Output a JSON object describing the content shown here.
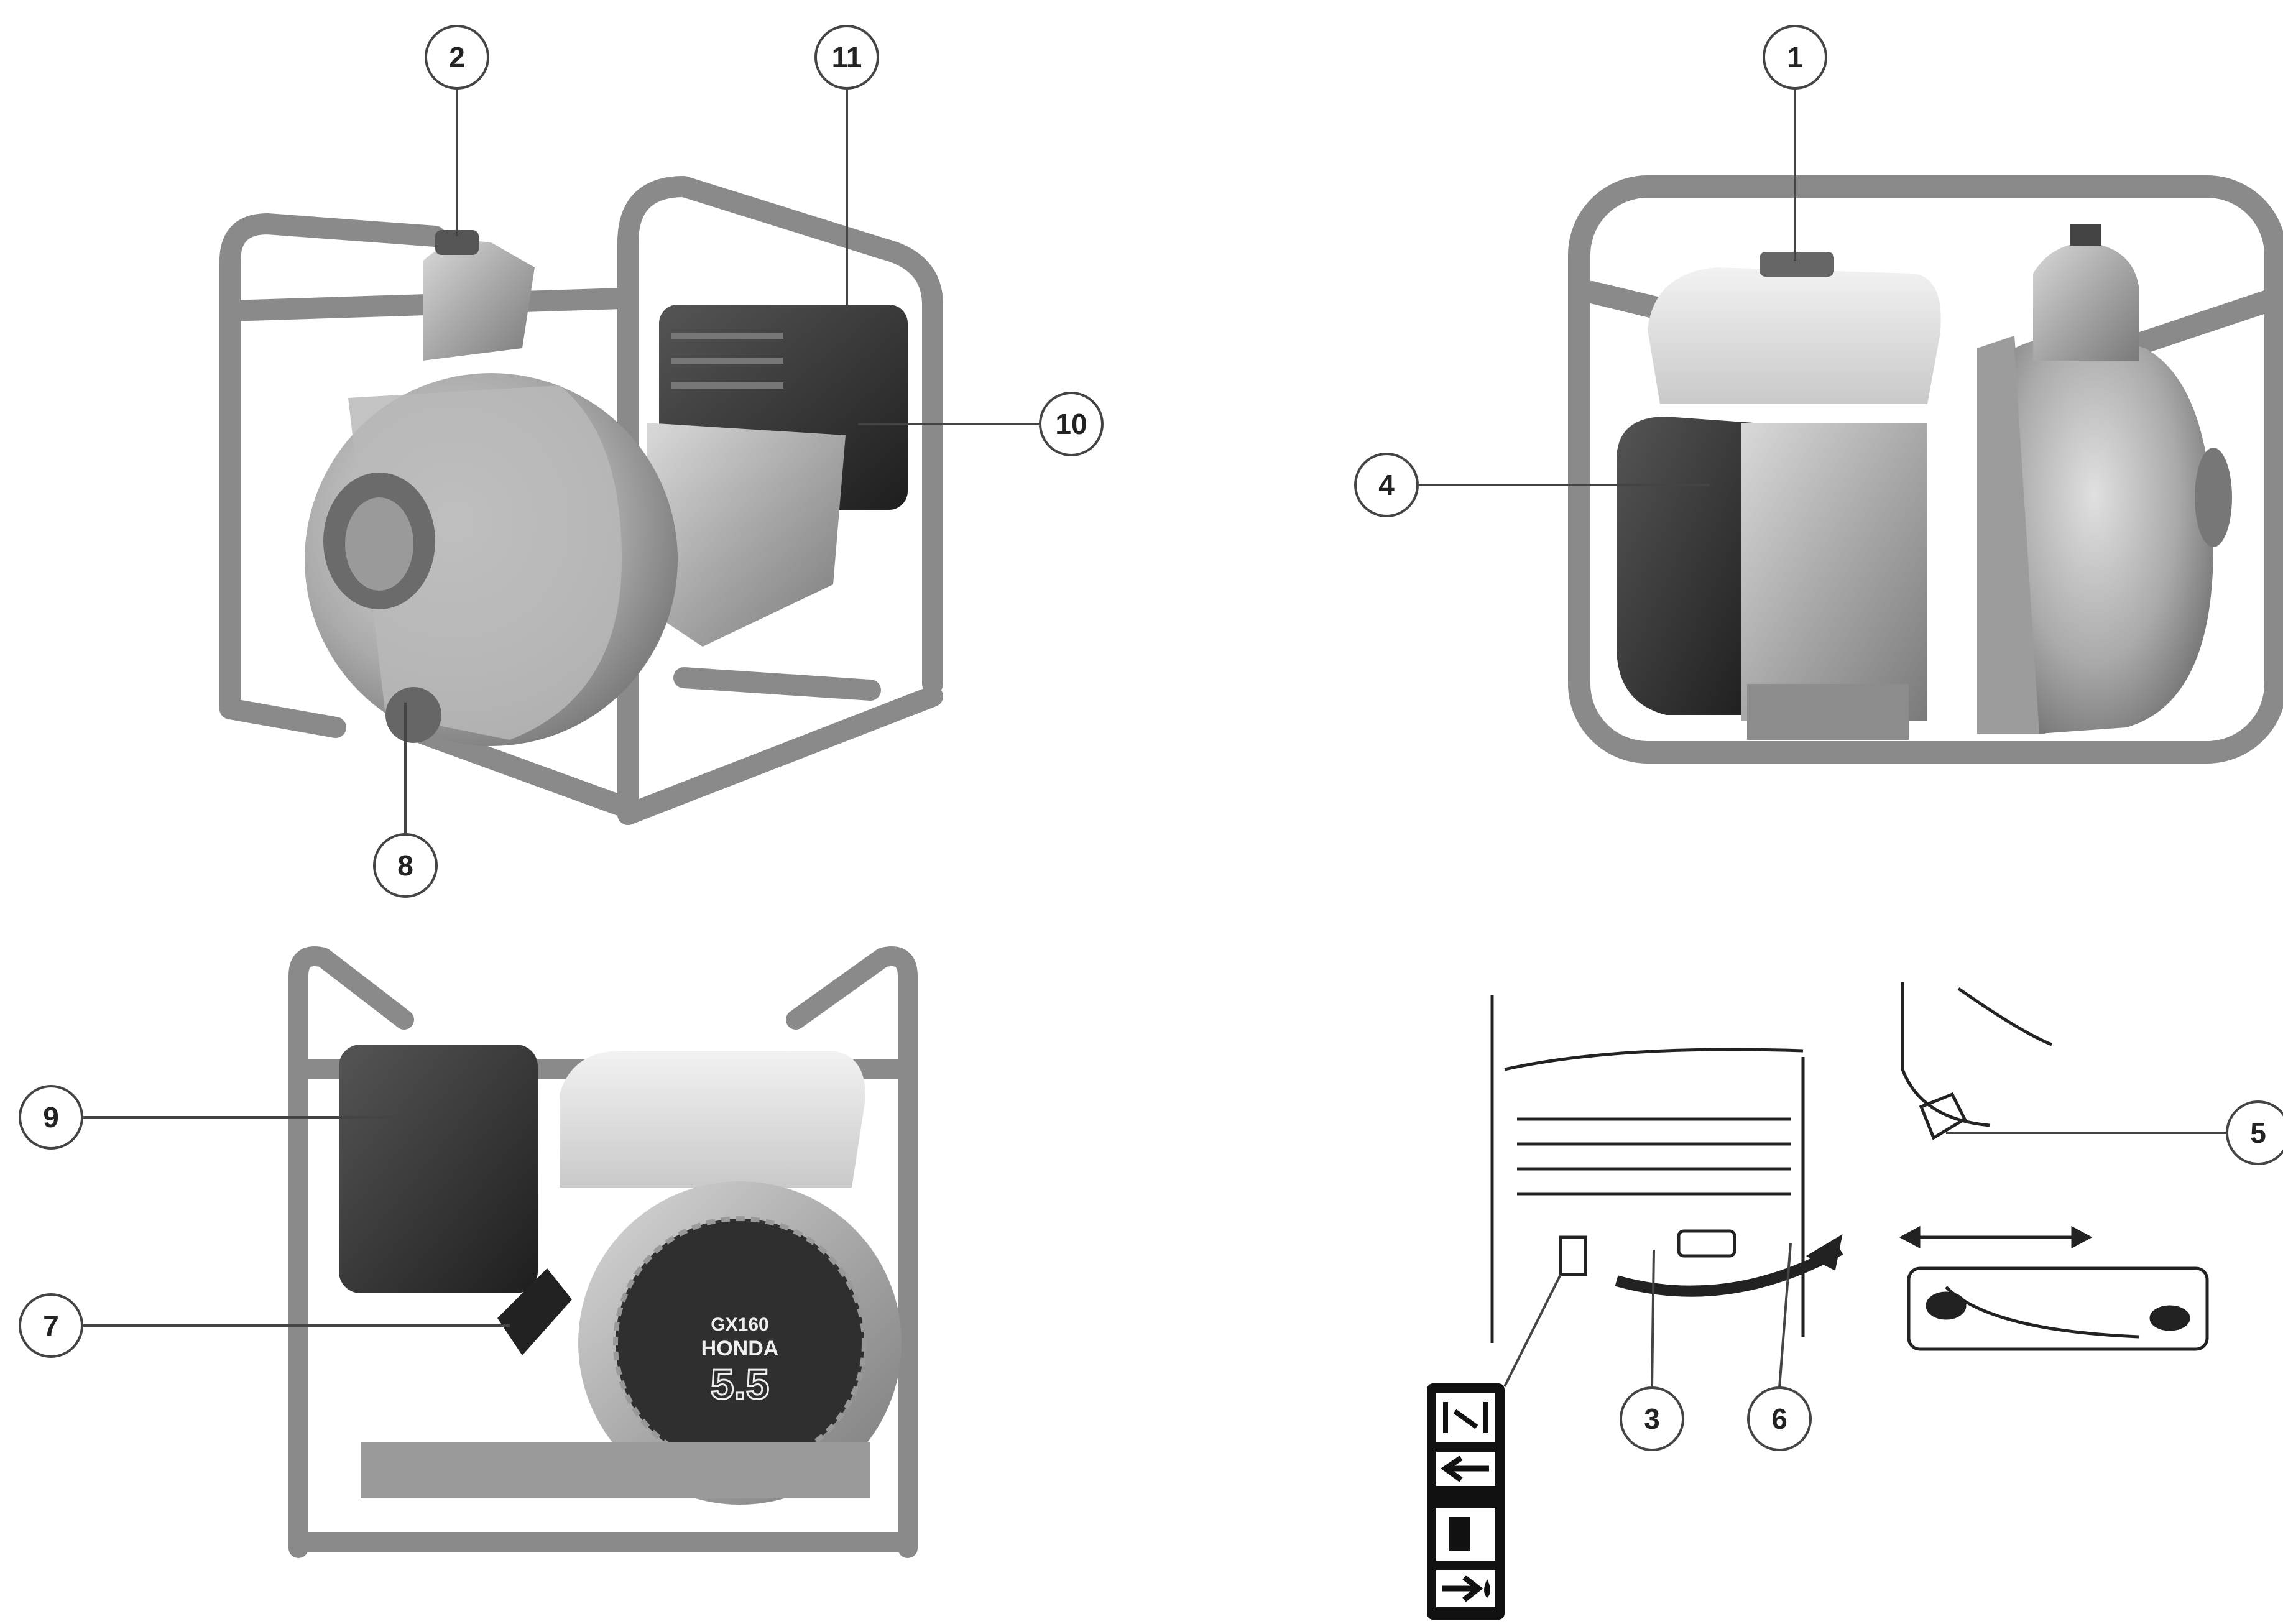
{
  "figure": {
    "callouts": [
      {
        "id": "c2",
        "label": "2"
      },
      {
        "id": "c11",
        "label": "11"
      },
      {
        "id": "c10",
        "label": "10"
      },
      {
        "id": "c8",
        "label": "8"
      },
      {
        "id": "c1",
        "label": "1"
      },
      {
        "id": "c4",
        "label": "4"
      },
      {
        "id": "c9",
        "label": "9"
      },
      {
        "id": "c7",
        "label": "7"
      },
      {
        "id": "c5",
        "label": "5"
      },
      {
        "id": "c3",
        "label": "3"
      },
      {
        "id": "c6",
        "label": "6"
      }
    ],
    "engine_badge": {
      "model": "GX160",
      "brand": "HONDA",
      "power": "5.5"
    }
  }
}
